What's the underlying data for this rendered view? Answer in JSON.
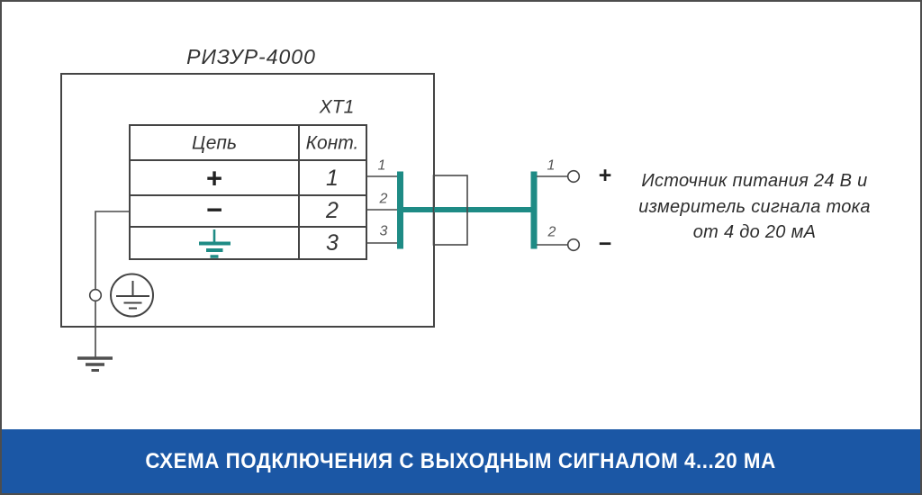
{
  "device": {
    "title": "РИЗУР-4000",
    "terminal_label": "ХТ1"
  },
  "table": {
    "header": {
      "circuit": "Цепь",
      "contact": "Конт."
    },
    "rows": [
      {
        "circuit": "+",
        "contact": "1"
      },
      {
        "circuit": "−",
        "contact": "2"
      },
      {
        "circuit_symbol": "earth-ground",
        "contact": "3"
      }
    ]
  },
  "device_pins": {
    "pin1": "1",
    "pin2": "2",
    "pin3": "3"
  },
  "supply": {
    "pin1": "1",
    "pin2": "2",
    "plus": "+",
    "minus": "−"
  },
  "note": {
    "line1": "Источник питания 24 В и",
    "line2": "измеритель сигнала тока",
    "line3": "от 4 до 20 мА"
  },
  "banner": {
    "text": "СХЕМА ПОДКЛЮЧЕНИЯ С ВЫХОДНЫМ СИГНАЛОМ 4...20 МА"
  },
  "colors": {
    "wire_teal": "#1e8b85",
    "line_gray": "#484848",
    "banner_background": "#1b57a5",
    "banner_text": "#ffffff"
  }
}
